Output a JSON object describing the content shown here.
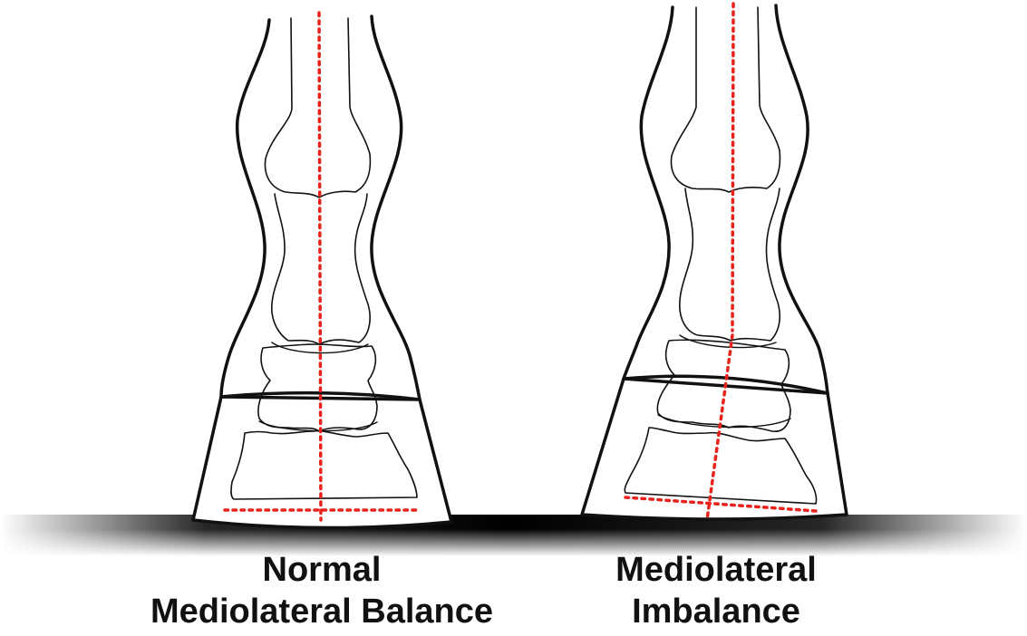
{
  "figure": {
    "left_caption": {
      "line1": "Normal",
      "line2": "Mediolateral Balance"
    },
    "right_caption": {
      "line1": "Mediolateral",
      "line2": "Imbalance"
    }
  },
  "colors": {
    "outline": "#111111",
    "axis_line": "#e8231b",
    "ground_shadow": "#000000",
    "background": "#ffffff"
  }
}
